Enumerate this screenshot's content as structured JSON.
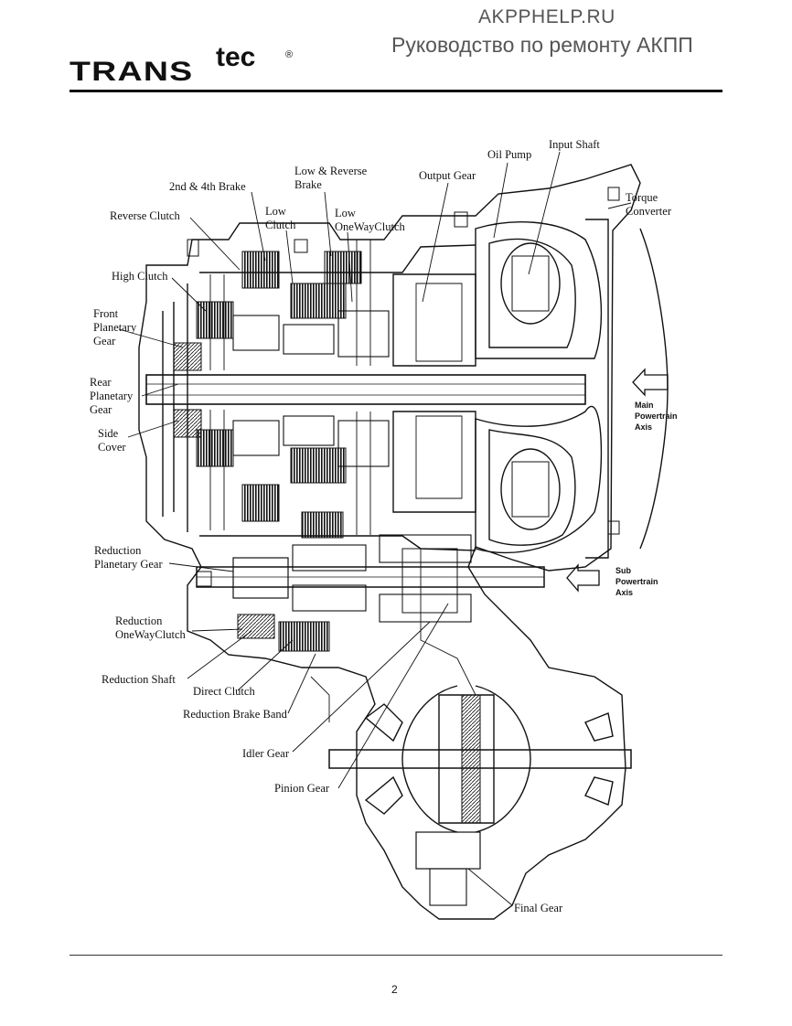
{
  "header": {
    "site": "AKPPHELP.RU",
    "subtitle": "Руководство по ремонту АКПП",
    "logo": {
      "trans": "TRANS",
      "tec": "tec",
      "reg": "®"
    }
  },
  "labels": {
    "input_shaft": "Input Shaft",
    "oil_pump": "Oil Pump",
    "output_gear": "Output Gear",
    "low_reverse_1": "Low & Reverse",
    "low_reverse_2": "Brake",
    "brake_2nd_4th": "2nd & 4th Brake",
    "low_clutch_1": "Low",
    "low_clutch_2": "Clutch",
    "low_owc_1": "Low",
    "low_owc_2": "OneWayClutch",
    "torque_1": "Torque",
    "torque_2": "Converter",
    "reverse_clutch": "Reverse Clutch",
    "high_clutch": "High Clutch",
    "front_pg_1": "Front",
    "front_pg_2": "Planetary",
    "front_pg_3": "Gear",
    "rear_pg_1": "Rear",
    "rear_pg_2": "Planetary",
    "rear_pg_3": "Gear",
    "side_cover_1": "Side",
    "side_cover_2": "Cover",
    "main_axis_1": "Main",
    "main_axis_2": "Powertrain",
    "main_axis_3": "Axis",
    "reduction_pg_1": "Reduction",
    "reduction_pg_2": "Planetary Gear",
    "sub_axis_1": "Sub",
    "sub_axis_2": "Powertrain",
    "sub_axis_3": "Axis",
    "reduction_owc_1": "Reduction",
    "reduction_owc_2": "OneWayClutch",
    "reduction_shaft": "Reduction Shaft",
    "direct_clutch": "Direct Clutch",
    "reduction_brake_band": "Reduction Brake Band",
    "idler_gear": "Idler Gear",
    "pinion_gear": "Pinion Gear",
    "final_gear": "Final Gear"
  },
  "footer": {
    "page_number": "2"
  }
}
